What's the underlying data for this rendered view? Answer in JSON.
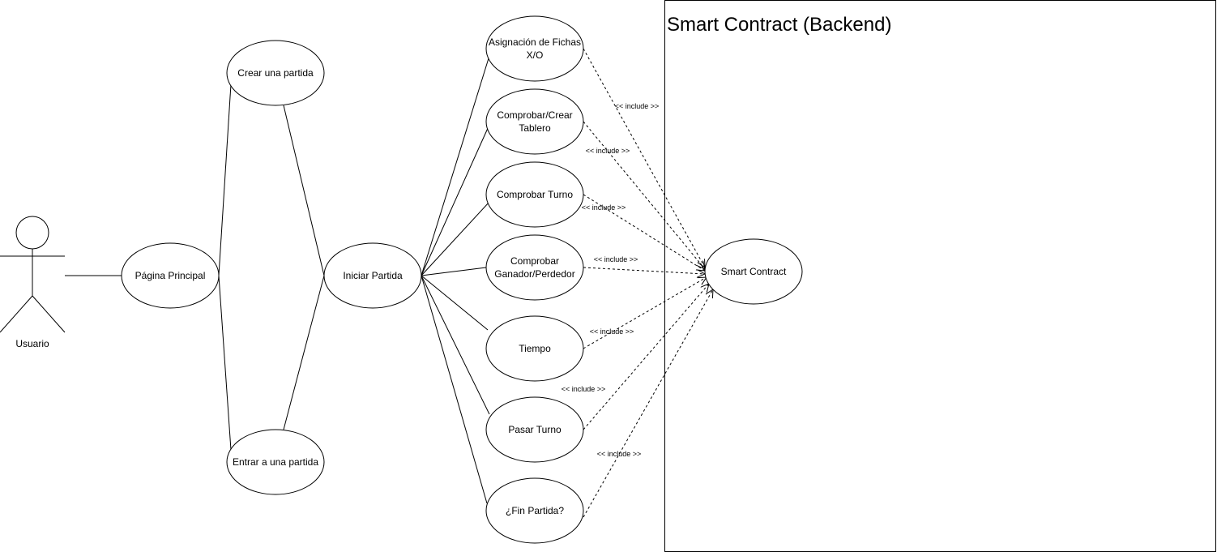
{
  "system_boundary": {
    "title": "Smart Contract (Backend)"
  },
  "actor": {
    "name": "Usuario"
  },
  "use_cases": [
    {
      "id": "pagina",
      "lines": [
        "Página Principal"
      ]
    },
    {
      "id": "crear",
      "lines": [
        "Crear una partida"
      ]
    },
    {
      "id": "entrar",
      "lines": [
        "Entrar a una partida"
      ]
    },
    {
      "id": "iniciar",
      "lines": [
        "Iniciar Partida"
      ]
    },
    {
      "id": "asignacion",
      "lines": [
        "Asignación de Fichas",
        "X/O"
      ]
    },
    {
      "id": "tablero",
      "lines": [
        "Comprobar/Crear",
        "Tablero"
      ]
    },
    {
      "id": "turno",
      "lines": [
        "Comprobar Turno"
      ]
    },
    {
      "id": "ganador",
      "lines": [
        "Comprobar",
        "Ganador/Perdedor"
      ]
    },
    {
      "id": "tiempo",
      "lines": [
        "Tiempo"
      ]
    },
    {
      "id": "pasar",
      "lines": [
        "Pasar Turno"
      ]
    },
    {
      "id": "fin",
      "lines": [
        "¿Fin Partida?"
      ]
    },
    {
      "id": "smart",
      "lines": [
        "Smart Contract"
      ]
    }
  ],
  "associations": [
    {
      "from": "actor",
      "to": "pagina"
    },
    {
      "from": "pagina",
      "to": "crear"
    },
    {
      "from": "pagina",
      "to": "entrar"
    },
    {
      "from": "crear",
      "to": "iniciar"
    },
    {
      "from": "entrar",
      "to": "iniciar"
    },
    {
      "from": "iniciar",
      "to": "asignacion"
    },
    {
      "from": "iniciar",
      "to": "tablero"
    },
    {
      "from": "iniciar",
      "to": "turno"
    },
    {
      "from": "iniciar",
      "to": "ganador"
    },
    {
      "from": "iniciar",
      "to": "tiempo"
    },
    {
      "from": "iniciar",
      "to": "pasar"
    },
    {
      "from": "iniciar",
      "to": "fin"
    }
  ],
  "includes": [
    {
      "from": "asignacion",
      "to": "smart",
      "label": "<< include >>"
    },
    {
      "from": "tablero",
      "to": "smart",
      "label": "<< include >>"
    },
    {
      "from": "turno",
      "to": "smart",
      "label": "<< include >>"
    },
    {
      "from": "ganador",
      "to": "smart",
      "label": "<< include >>"
    },
    {
      "from": "tiempo",
      "to": "smart",
      "label": "<< include >>"
    },
    {
      "from": "pasar",
      "to": "smart",
      "label": "<< include >>"
    },
    {
      "from": "fin",
      "to": "smart",
      "label": "<< include >>"
    }
  ]
}
